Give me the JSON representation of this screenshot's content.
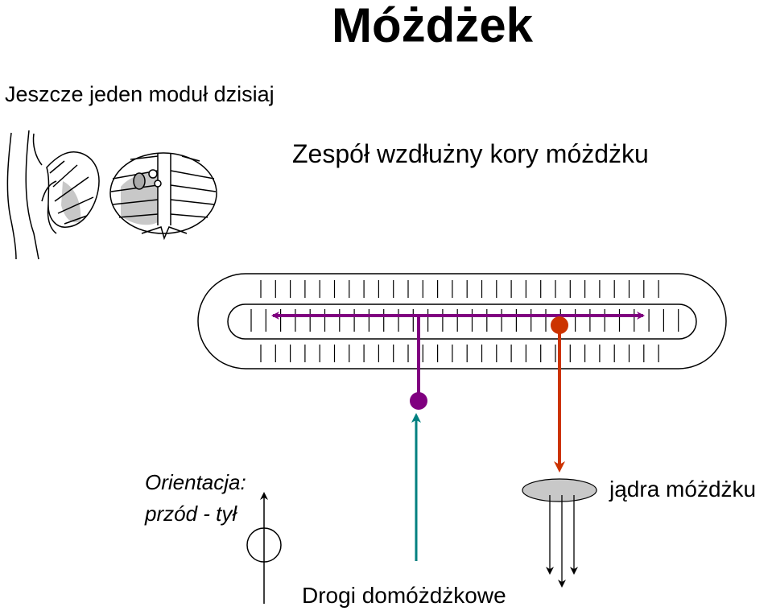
{
  "title": "Móżdżek",
  "subtitle": "Jeszcze jeden moduł dzisiaj",
  "heading": "Zespół wzdłużny kory móżdżku",
  "orientation": {
    "line1": "Orientacja:",
    "line2": "przód - tył"
  },
  "labels": {
    "nuclei": "jądra móżdżku",
    "afferent": "Drogi domóżdżkowe"
  },
  "colors": {
    "purple": "#800080",
    "red": "#cc3300",
    "teal": "#008080",
    "gray": "#c8c8c8",
    "black": "#000000"
  }
}
